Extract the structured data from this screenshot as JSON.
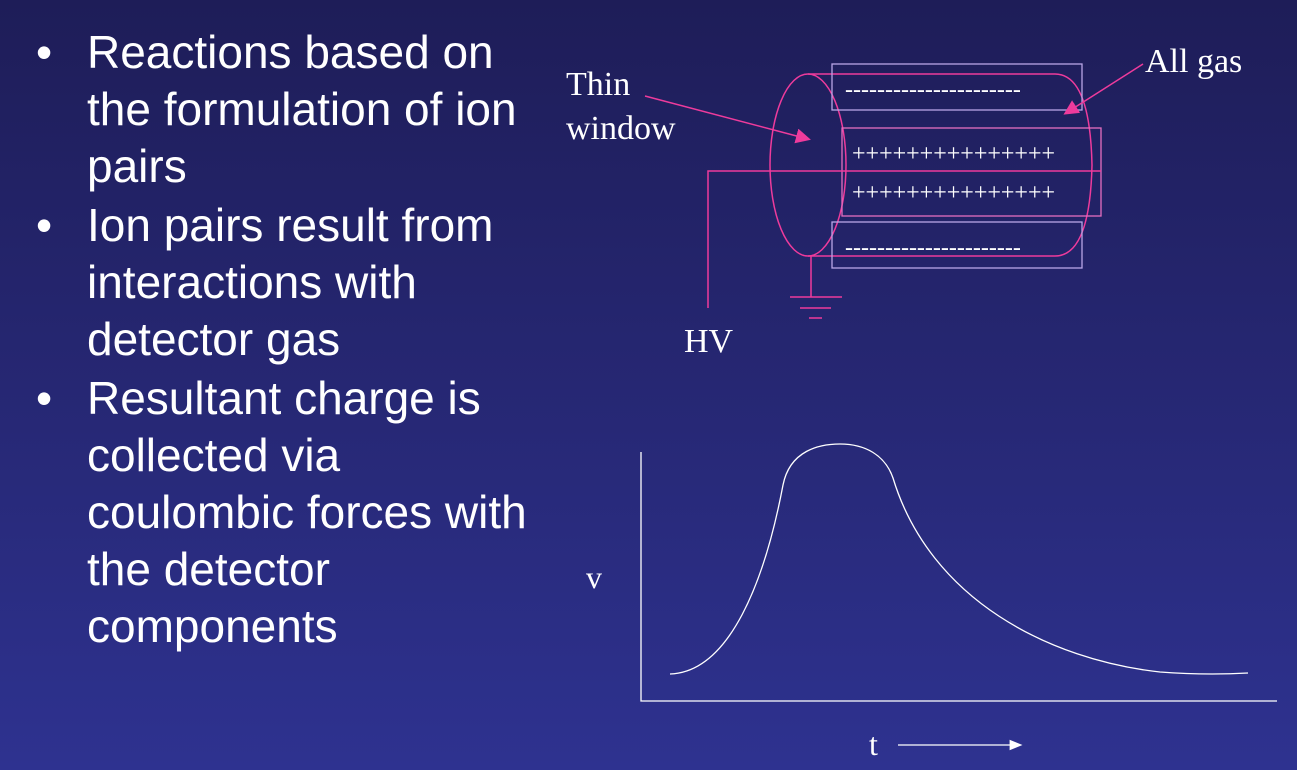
{
  "bullets": [
    "Reactions based on the formulation of ion pairs",
    "Ion pairs result from interactions with detector gas",
    "Resultant charge is collected via coulombic forces with the detector components"
  ],
  "diagram": {
    "label_thin_window_1": "Thin",
    "label_thin_window_2": "window",
    "label_all_gas": "All gas",
    "label_hv": "HV",
    "negative_charges": "----------------------",
    "positive_charges": "+++++++++++++++"
  },
  "pulse_graph": {
    "ylabel": "v",
    "xlabel": "t"
  },
  "colors": {
    "accent": "#ee3b9c",
    "box": "#b9a6e6"
  }
}
